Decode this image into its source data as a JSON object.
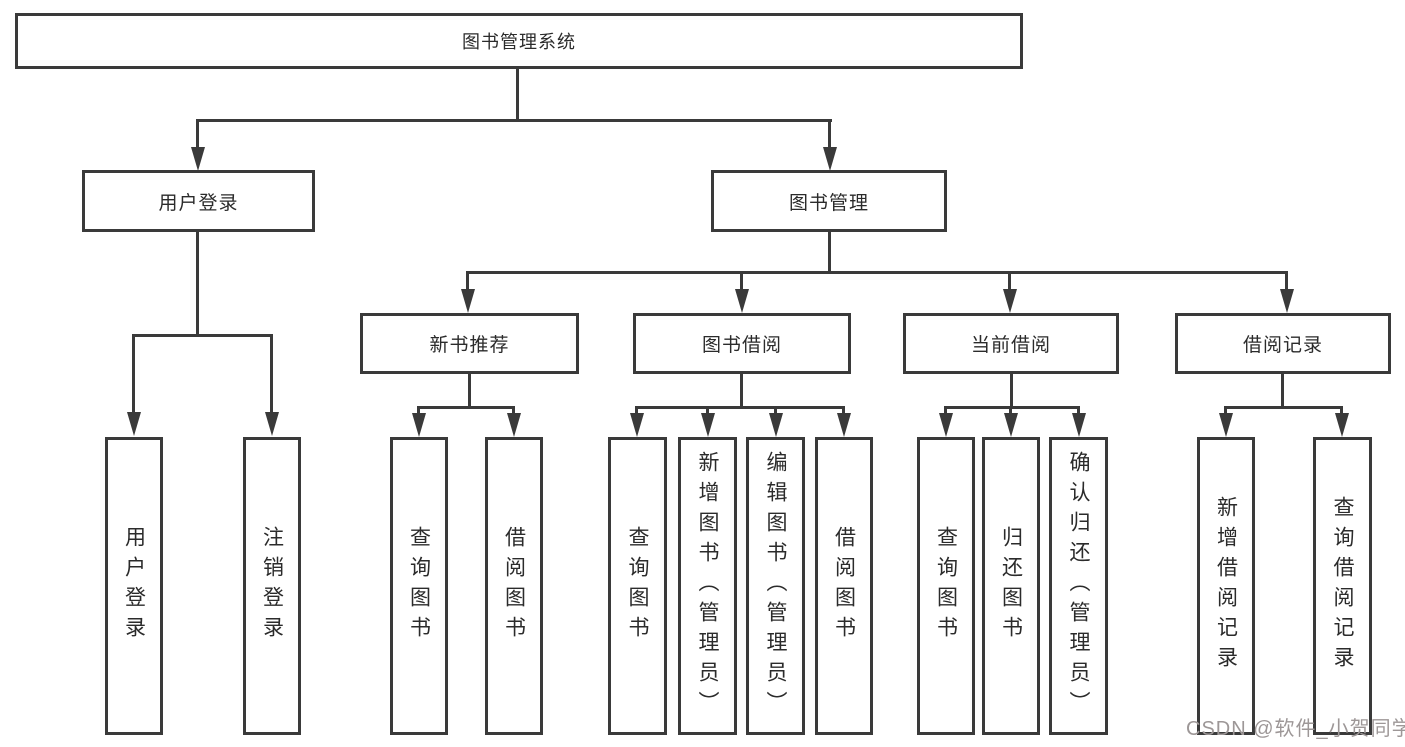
{
  "diagram": {
    "root": "图书管理系统",
    "login": {
      "label": "用户登录",
      "children": [
        "用户登录",
        "注销登录"
      ]
    },
    "mgmt": {
      "label": "图书管理",
      "groups": [
        {
          "label": "新书推荐",
          "children": [
            "查询图书",
            "借阅图书"
          ]
        },
        {
          "label": "图书借阅",
          "children": [
            "查询图书",
            "新增图书（管理员）",
            "编辑图书（管理员）",
            "借阅图书"
          ]
        },
        {
          "label": "当前借阅",
          "children": [
            "查询图书",
            "归还图书",
            "确认归还（管理员）"
          ]
        },
        {
          "label": "借阅记录",
          "children": [
            "新增借阅记录",
            "查询借阅记录"
          ]
        }
      ]
    }
  },
  "watermark": {
    "text": "CSDN @软件_小贺同学"
  },
  "colors": {
    "line": "#3a3a3a",
    "text": "#2b2b2b",
    "watermark": "#9d9797",
    "background": "#ffffff"
  }
}
